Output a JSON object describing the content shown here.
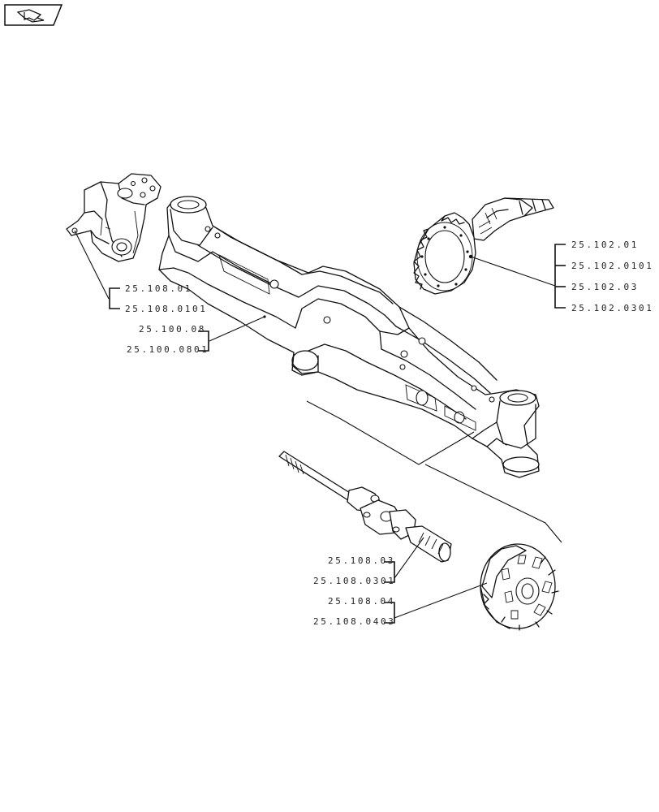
{
  "nav_icon": {
    "name": "back-arrow-icon"
  },
  "callouts": {
    "knuckle": {
      "a": "25.108.01",
      "b": "25.108.0101"
    },
    "axle_housing": {
      "a": "25.100.08",
      "b": "25.100.0801"
    },
    "ring_pinion": {
      "a": "25.102.01",
      "b": "25.102.0101",
      "c": "25.102.03",
      "d": "25.102.0301"
    },
    "drive_shaft": {
      "a": "25.108.03",
      "b": "25.108.0301"
    },
    "hub": {
      "a": "25.108.04",
      "b": "25.108.0403"
    }
  }
}
